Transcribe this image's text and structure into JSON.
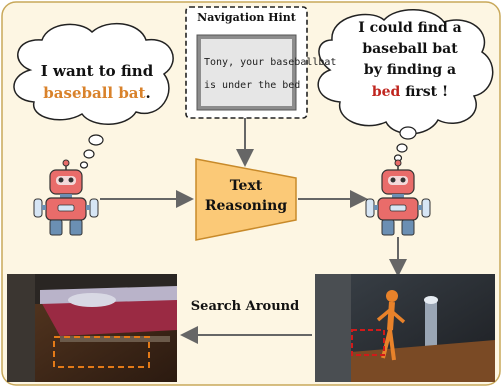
{
  "colors": {
    "panel_bg": "#fdf6e3",
    "panel_border": "#c8a85a",
    "accent_orange": "#d9822b",
    "accent_red": "#c0261f",
    "box_fill": "#fbc977",
    "robot_body": "#e96c6a"
  },
  "thought_left": {
    "prefix": "I want to find",
    "highlight": "baseball bat",
    "suffix": "."
  },
  "hint": {
    "title": "Navigation Hint",
    "line1": "Tony, your baseballbat",
    "line2": "is under the bed"
  },
  "thought_right": {
    "line1": "I could find a",
    "line2": "baseball bat",
    "line3": "by finding a",
    "highlight": "bed",
    "suffix": " first !"
  },
  "reasoning_box": {
    "line1": "Text",
    "line2": "Reasoning"
  },
  "search_label": "Search Around",
  "icons": [
    "robot-icon",
    "robot-icon",
    "thought-bubble",
    "note-card"
  ]
}
